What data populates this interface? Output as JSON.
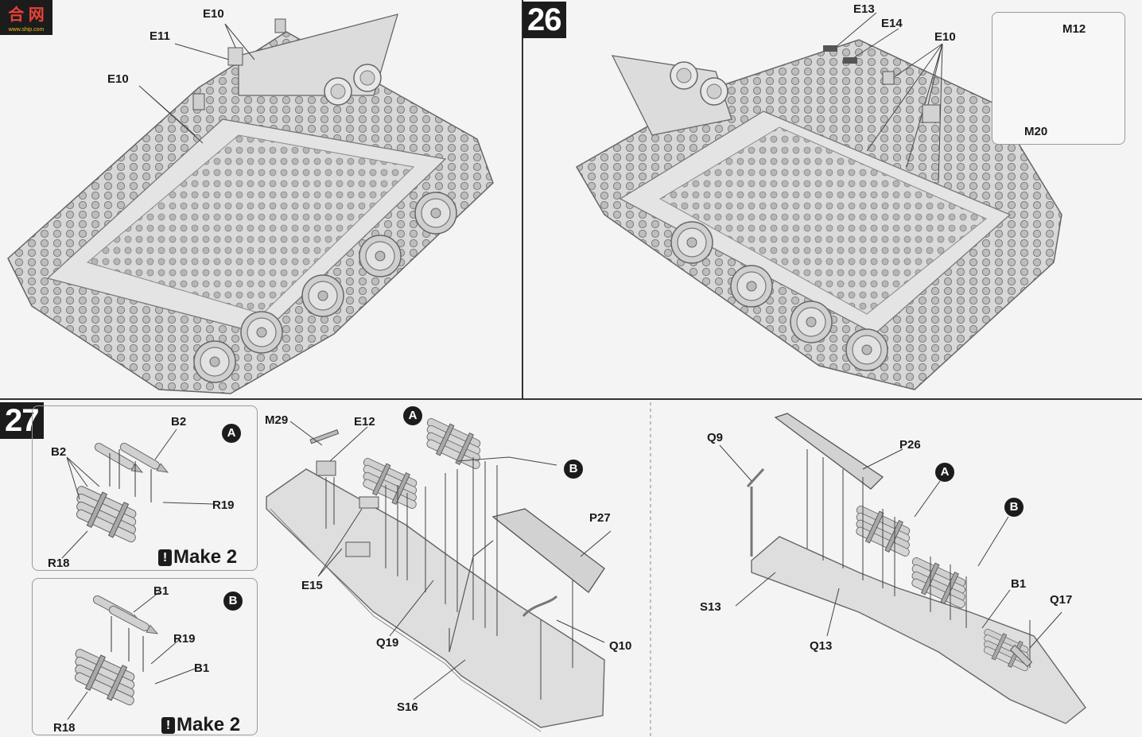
{
  "logo": {
    "glyph": "合 网",
    "url": "www.ship.com"
  },
  "steps": {
    "s26": "26",
    "s27": "27"
  },
  "step25": {
    "e10_top": "E10",
    "e11": "E11",
    "e10_left": "E10"
  },
  "step26": {
    "e13": "E13",
    "e14": "E14",
    "e10": "E10",
    "m12": "M12",
    "m20": "M20"
  },
  "step27": {
    "a_marker": "A",
    "b_marker": "B",
    "boxA": {
      "b2_top": "B2",
      "b2_left": "B2",
      "r19": "R19",
      "r18": "R18",
      "make": "Make 2"
    },
    "boxB": {
      "b1_top": "B1",
      "r19": "R19",
      "b1_right": "B1",
      "r18": "R18",
      "make": "Make 2"
    },
    "left": {
      "m29": "M29",
      "e12": "E12",
      "e15": "E15",
      "q19": "Q19",
      "p27": "P27",
      "q10": "Q10",
      "s16": "S16"
    },
    "right": {
      "q9": "Q9",
      "p26": "P26",
      "b1": "B1",
      "q17": "Q17",
      "s13": "S13",
      "q13": "Q13"
    }
  }
}
